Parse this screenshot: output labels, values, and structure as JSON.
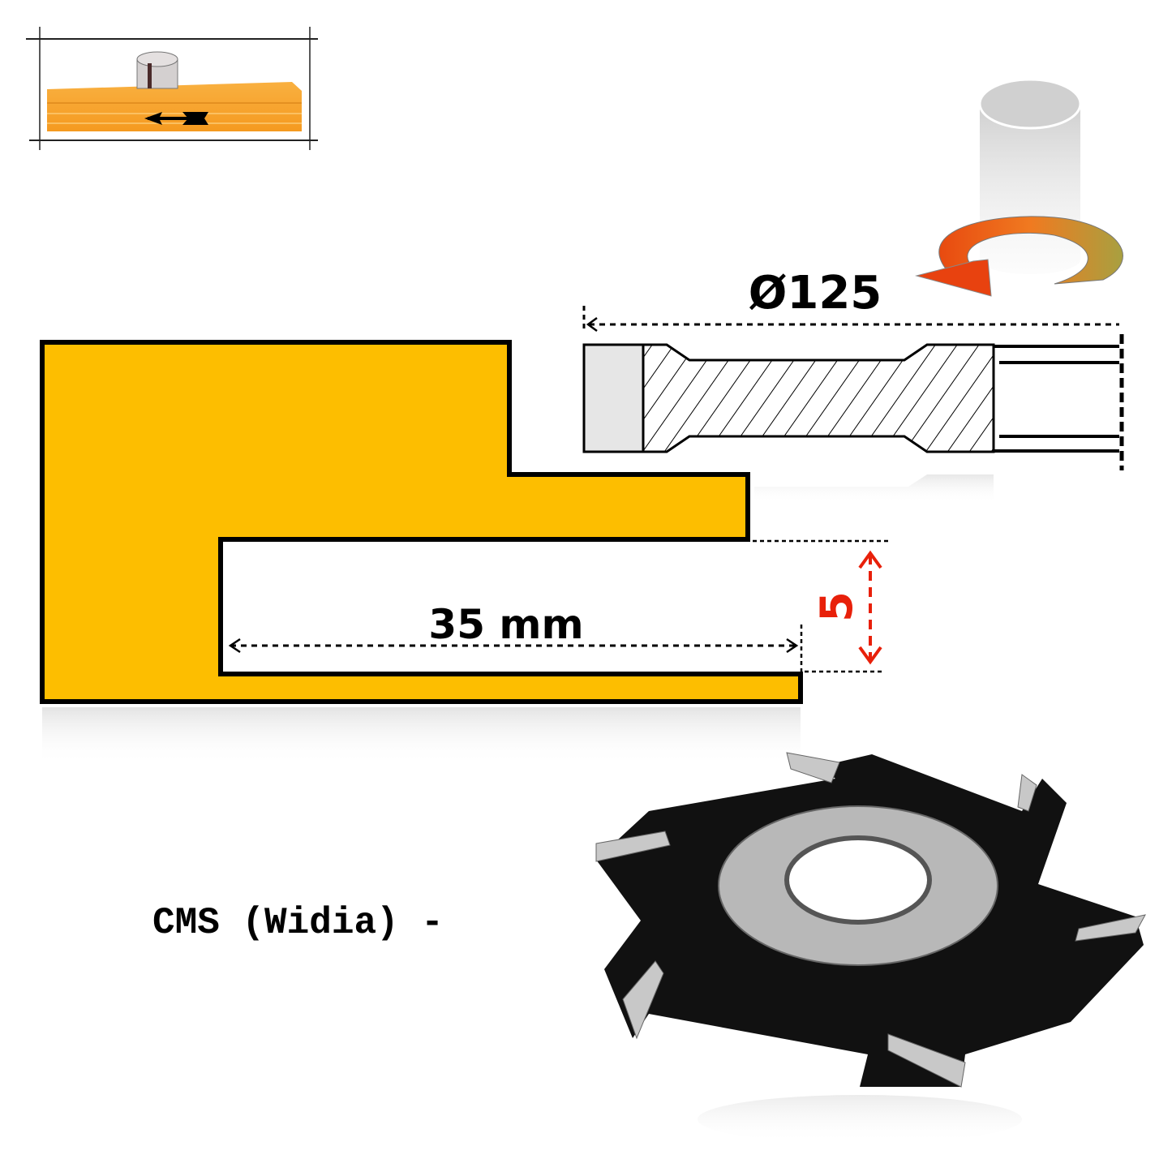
{
  "diameter_label": "Ø125",
  "width_label": "35 mm",
  "depth_label": "5",
  "material_label": "CMS (Widia) -",
  "colors": {
    "profile_fill": "#FDBE00",
    "depth_dimension": "#E8200A",
    "workpiece": "#F7A632",
    "cutter_body": "#111111"
  },
  "icons": [
    "feed-direction-arrow-icon",
    "rotation-direction-icon",
    "spindle-icon"
  ]
}
